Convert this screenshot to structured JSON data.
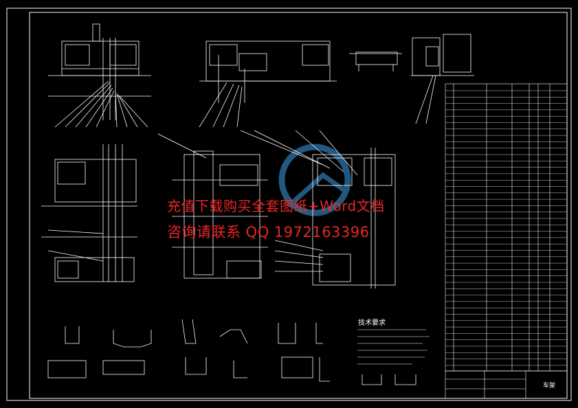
{
  "drawing": {
    "technical_requirements_title": "技术要求",
    "title_block_name": "车架"
  },
  "watermark": {
    "line1": "充值下载购买全套图纸+Word文档",
    "line2": "咨询请联系 QQ 1972163396"
  },
  "colors": {
    "background": "#000000",
    "linework": "#ffffff",
    "accent": "#4fb3ff",
    "watermark": "#ff2a2a"
  }
}
